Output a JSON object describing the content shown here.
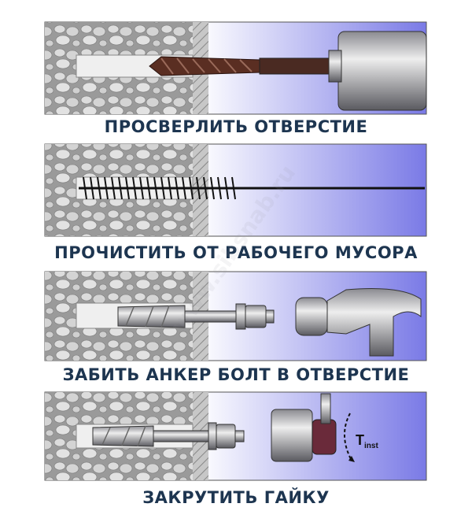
{
  "steps": [
    {
      "caption": "ПРОСВЕРЛИТЬ ОТВЕРСТИЕ",
      "tool": "drill"
    },
    {
      "caption": "ПРОЧИСТИТЬ ОТ РАБОЧЕГО МУСОРА",
      "tool": "brush"
    },
    {
      "caption": "ЗАБИТЬ АНКЕР БОЛТ В ОТВЕРСТИЕ",
      "tool": "hammer"
    },
    {
      "caption": "ЗАКРУТИТЬ ГАЙКУ",
      "tool": "wrench"
    }
  ],
  "torque_label": {
    "main": "T",
    "sub": "inst"
  },
  "watermark": "www.sibsnab.ru",
  "colors": {
    "caption": "#1d3550",
    "concrete": "#9a9a9a",
    "pebble": "#d9d9d9",
    "gradient_start": "#ffffff",
    "gradient_end": "#7a7ae6",
    "steel": "#c8c8cc",
    "drill_bit": "#5a2e22"
  }
}
